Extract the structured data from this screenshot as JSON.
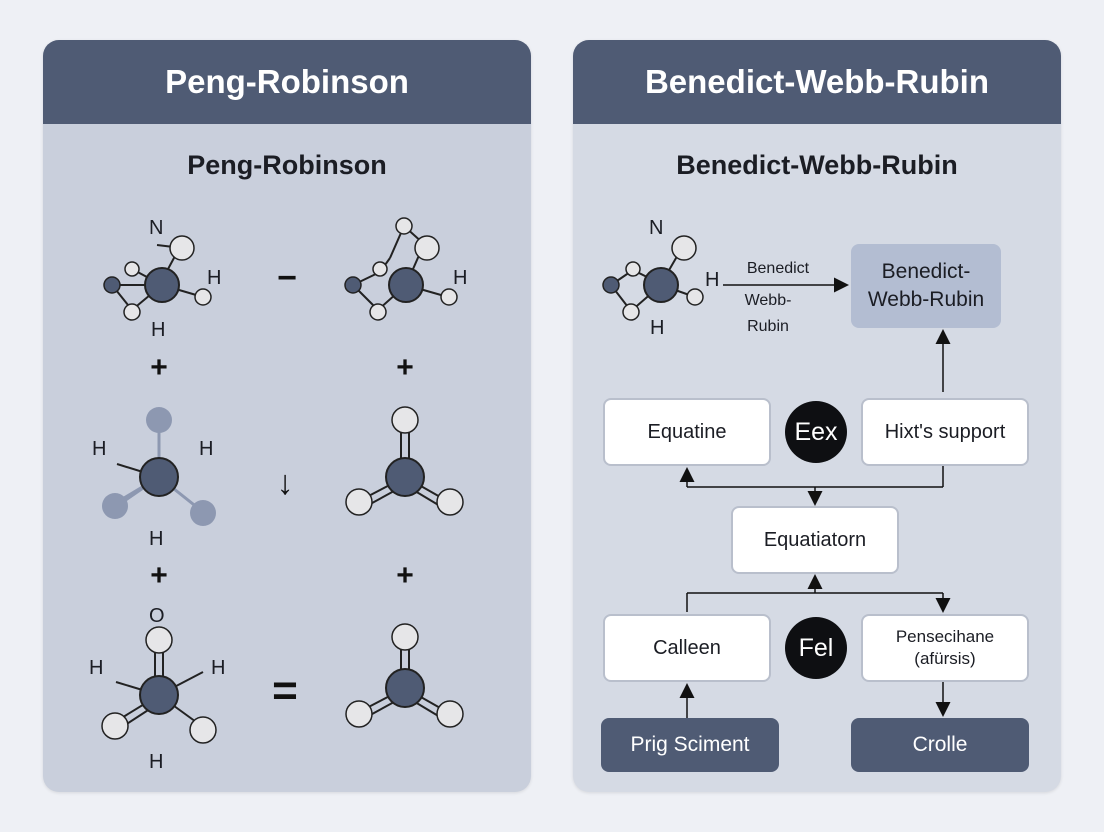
{
  "left_panel": {
    "header": "Peng-Robinson",
    "subtitle": "Peng-Robinson",
    "atom_labels": {
      "m1_n": "N",
      "m1_h_right": "H",
      "m1_h_bottom": "H",
      "m2_h_right": "H",
      "m3_h_left": "H",
      "m3_h_right": "H",
      "m3_h_bottom": "H",
      "m5_o": "O",
      "m5_h_left": "H",
      "m5_h_right": "H",
      "m5_h_bottom": "H"
    },
    "operators": {
      "minus": "−",
      "plus_1": "+",
      "plus_2": "+",
      "plus_3": "+",
      "plus_4": "+",
      "down_arrow": "↓",
      "equals": "="
    }
  },
  "right_panel": {
    "header": "Benedict-Webb-Rubin",
    "subtitle": "Benedict-Webb-Rubin",
    "molecule_labels": {
      "n": "N",
      "h_right": "H",
      "h_bottom": "H"
    },
    "arrow_label_top": "Benedict",
    "arrow_label_bottom_1": "Webb-",
    "arrow_label_bottom_2": "Rubin",
    "highlight_box": {
      "line1": "Benedict-",
      "line2": "Webb-Rubin"
    },
    "box_equatine": "Equatine",
    "circle_eex": "Eex",
    "box_hixts": "Hixt's support",
    "box_equatiatorn": "Equatiatorn",
    "box_calleen": "Calleen",
    "circle_fel": "Fel",
    "box_pensecihane": {
      "line1": "Pensecihane",
      "line2": "(afürsis)"
    },
    "box_prig": "Prig Sciment",
    "box_crolle": "Crolle"
  },
  "colors": {
    "background": "#eef0f5",
    "header": "#4f5b74",
    "left_panel": "#c9cfdc",
    "right_panel": "#d5dae4",
    "atom_dark": "#4f5b74",
    "atom_light": "#e6e6e8",
    "atom_muted": "#8d98b1",
    "highlight": "#b3bdd2"
  }
}
